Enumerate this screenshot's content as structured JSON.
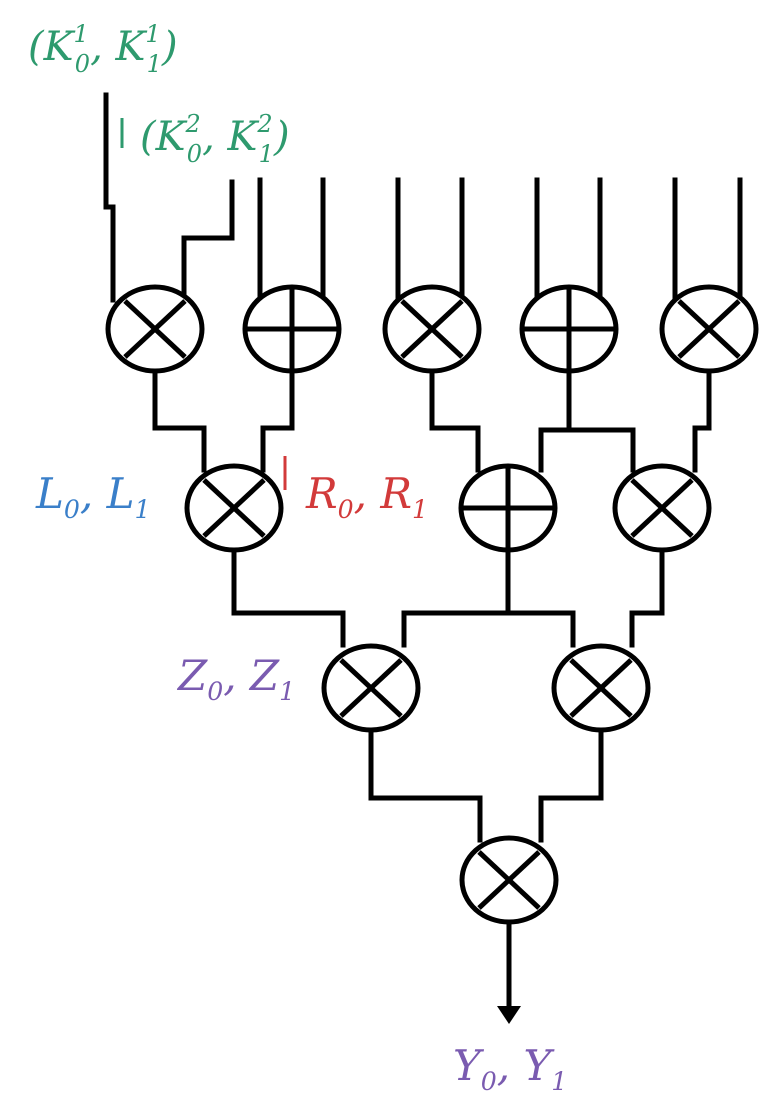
{
  "colors": {
    "wire": "#000000",
    "key": "#2e9a6e",
    "left": "#3a7fc9",
    "right": "#d23a3a",
    "output": "#7a5bb0"
  },
  "labels": {
    "key1": {
      "open": "(",
      "a": "K",
      "a_sub": "0",
      "a_sup": "1",
      "sep": ", ",
      "b": "K",
      "b_sub": "1",
      "b_sup": "1",
      "close": ")"
    },
    "key2": {
      "open": "(",
      "a": "K",
      "a_sub": "0",
      "a_sup": "2",
      "sep": ", ",
      "b": "K",
      "b_sub": "1",
      "b_sup": "2",
      "close": ")"
    },
    "left": {
      "a": "L",
      "a_sub": "0",
      "sep": ", ",
      "b": "L",
      "b_sub": "1"
    },
    "right": {
      "a": "R",
      "a_sub": "0",
      "sep": ", ",
      "b": "R",
      "b_sub": "1"
    },
    "mid": {
      "a": "Z",
      "a_sub": "0",
      "sep": ", ",
      "b": "Z",
      "b_sub": "1"
    },
    "out": {
      "a": "Y",
      "a_sub": "0",
      "sep": ", ",
      "b": "Y",
      "b_sub": "1"
    }
  },
  "gates": [
    {
      "id": "g1",
      "op": "AND",
      "icon": "and-gate-icon"
    },
    {
      "id": "g2",
      "op": "XOR",
      "icon": "xor-gate-icon"
    },
    {
      "id": "g3",
      "op": "AND",
      "icon": "and-gate-icon"
    },
    {
      "id": "g4",
      "op": "XOR",
      "icon": "xor-gate-icon"
    },
    {
      "id": "g5",
      "op": "AND",
      "icon": "and-gate-icon"
    },
    {
      "id": "g6",
      "op": "AND",
      "icon": "and-gate-icon"
    },
    {
      "id": "g7",
      "op": "XOR",
      "icon": "xor-gate-icon"
    },
    {
      "id": "g8",
      "op": "AND",
      "icon": "and-gate-icon"
    },
    {
      "id": "g9",
      "op": "AND",
      "icon": "and-gate-icon"
    },
    {
      "id": "g10",
      "op": "AND",
      "icon": "and-gate-icon"
    },
    {
      "id": "g11",
      "op": "AND",
      "icon": "and-gate-icon"
    }
  ]
}
